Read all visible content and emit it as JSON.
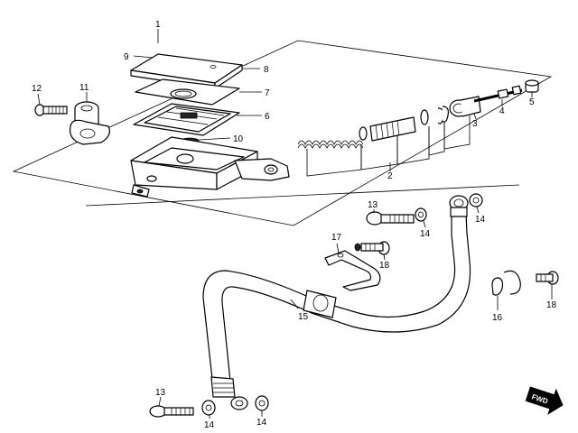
{
  "callouts": [
    {
      "id": "c1",
      "text": "1"
    },
    {
      "id": "c2",
      "text": "2"
    },
    {
      "id": "c3",
      "text": "3"
    },
    {
      "id": "c4",
      "text": "4"
    },
    {
      "id": "c5",
      "text": "5"
    },
    {
      "id": "c6",
      "text": "6"
    },
    {
      "id": "c7",
      "text": "7"
    },
    {
      "id": "c8",
      "text": "8"
    },
    {
      "id": "c9",
      "text": "9"
    },
    {
      "id": "c10",
      "text": "10"
    },
    {
      "id": "c11",
      "text": "11"
    },
    {
      "id": "c12",
      "text": "12"
    },
    {
      "id": "c13a",
      "text": "13"
    },
    {
      "id": "c13b",
      "text": "13"
    },
    {
      "id": "c14a",
      "text": "14"
    },
    {
      "id": "c14b",
      "text": "14"
    },
    {
      "id": "c14c",
      "text": "14"
    },
    {
      "id": "c14d",
      "text": "14"
    },
    {
      "id": "c15",
      "text": "15"
    },
    {
      "id": "c16",
      "text": "16"
    },
    {
      "id": "c17",
      "text": "17"
    },
    {
      "id": "c18a",
      "text": "18"
    },
    {
      "id": "c18b",
      "text": "18"
    }
  ],
  "fwd_badge": {
    "text": "FWD"
  },
  "colors": {
    "line": "#000000",
    "background": "#ffffff"
  }
}
